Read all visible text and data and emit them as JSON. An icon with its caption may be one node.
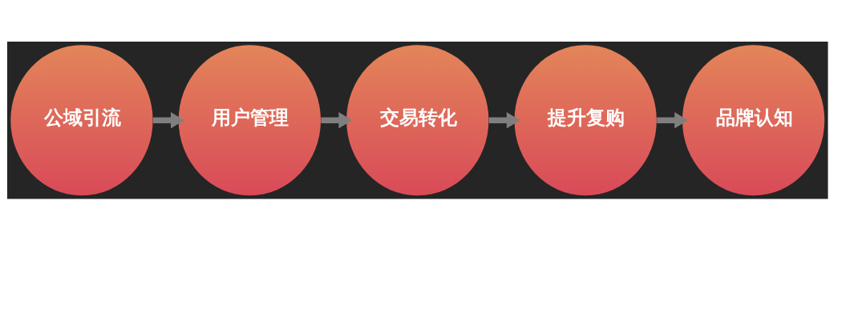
{
  "diagram": {
    "nodes": [
      {
        "text": [
          "公域引流"
        ]
      },
      {
        "text": [
          "用户管理"
        ]
      },
      {
        "text": [
          "交易转化"
        ]
      },
      {
        "text": [
          "提升复购"
        ]
      },
      {
        "text": [
          "品牌认知"
        ]
      }
    ],
    "edges": [
      {
        "from": 0,
        "to": 1,
        "arrow": "to"
      },
      {
        "from": 1,
        "to": 2,
        "arrow": "to"
      },
      {
        "from": 2,
        "to": 3,
        "arrow": "to"
      },
      {
        "from": 3,
        "to": 4,
        "arrow": "to"
      }
    ]
  }
}
